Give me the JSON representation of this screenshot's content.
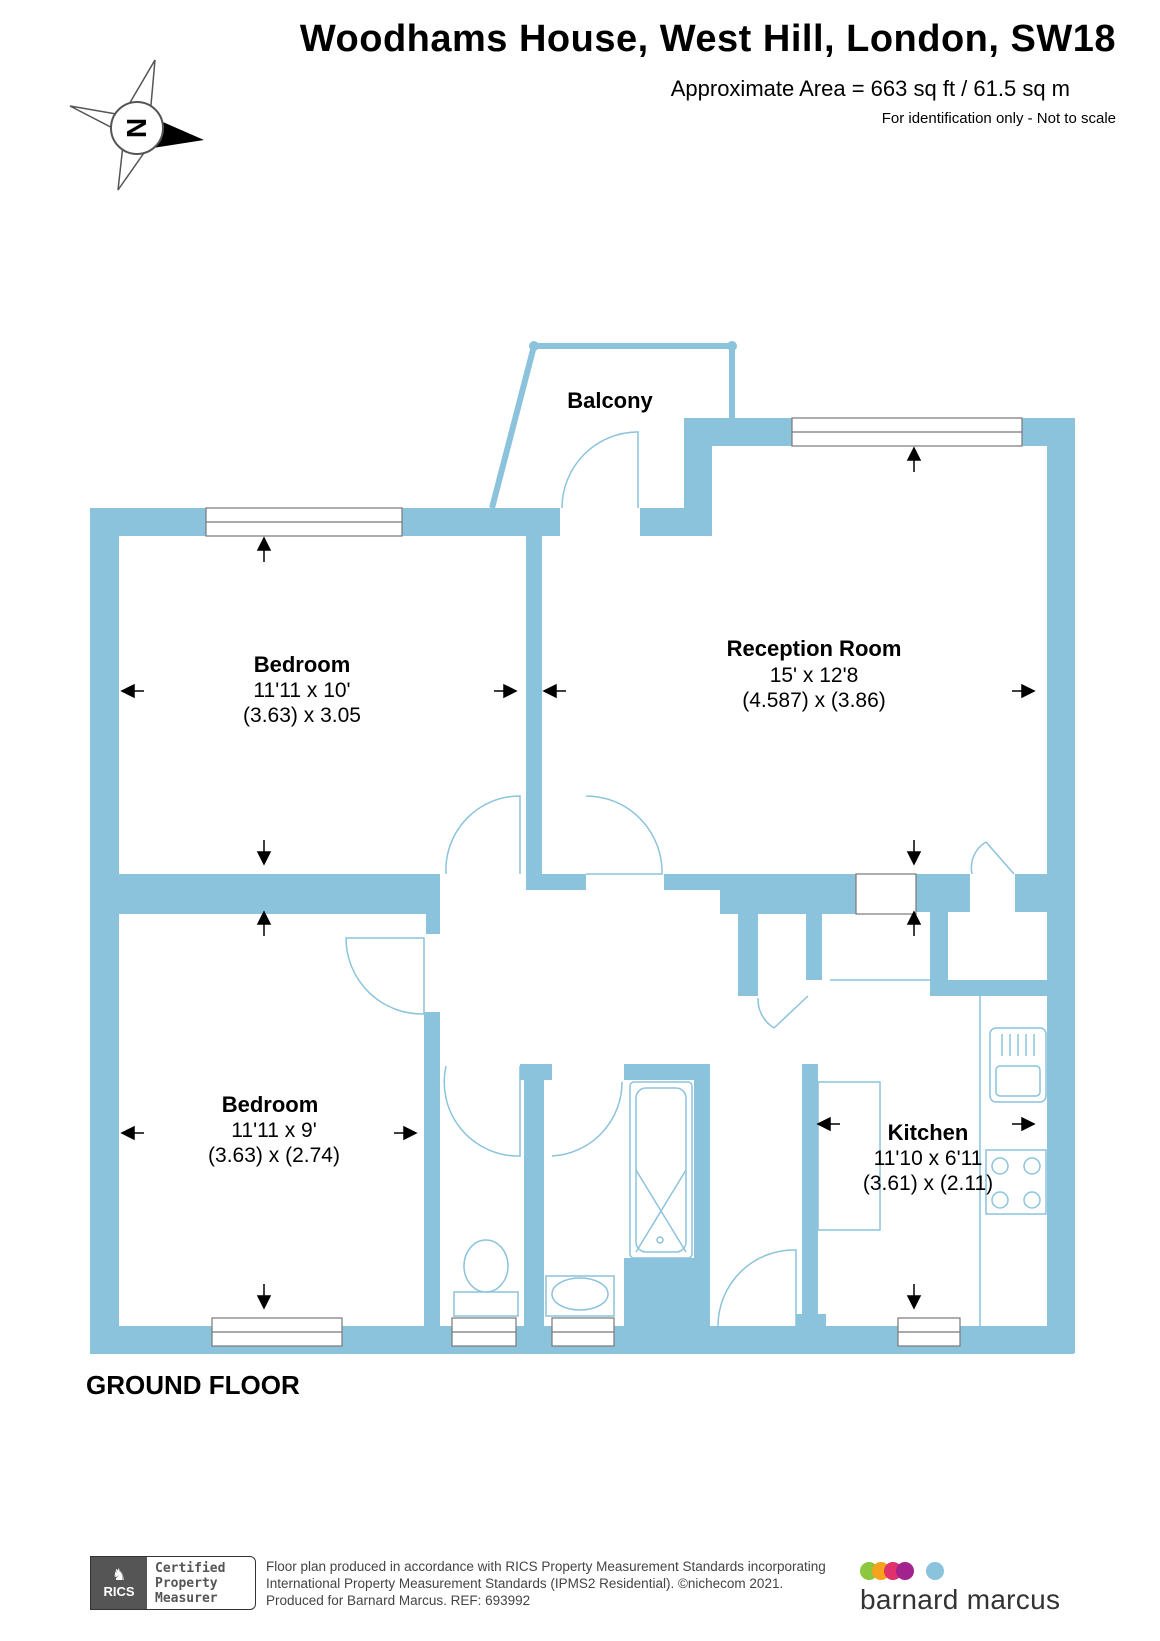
{
  "header": {
    "title": "Woodhams House, West Hill, London, SW18",
    "area": "Approximate Area = 663 sq ft / 61.5 sq m",
    "note": "For identification only - Not to scale"
  },
  "compass": {
    "letter": "N"
  },
  "rooms": [
    {
      "name": "Balcony"
    },
    {
      "name": "Bedroom",
      "dim_imperial": "11'11 x 10'",
      "dim_metric": "(3.63) x 3.05"
    },
    {
      "name": "Reception Room",
      "dim_imperial": "15' x 12'8",
      "dim_metric": "(4.587) x (3.86)"
    },
    {
      "name": "Bedroom",
      "dim_imperial": "11'11 x 9'",
      "dim_metric": "(3.63) x (2.74)"
    },
    {
      "name": "Kitchen",
      "dim_imperial": "11'10 x 6'11",
      "dim_metric": "(3.61) x (2.11)"
    }
  ],
  "floor_label": "GROUND FLOOR",
  "footer": {
    "rics_logo": "RICS",
    "rics_badge": [
      "Certified",
      "Property",
      "Measurer"
    ],
    "lines": [
      "Floor plan produced in accordance with RICS Property Measurement Standards incorporating",
      "International Property Measurement Standards (IPMS2 Residential).  ©nichecom 2021.",
      "Produced for Barnard Marcus.    REF:  693992"
    ],
    "brand": "barnard marcus"
  },
  "colors": {
    "wall": "#8cc3dc",
    "fixture": "#8cc3dc",
    "brand_dots": [
      "#8dc63f",
      "#f7a21b",
      "#e0316c",
      "#a3238e",
      "#8cc3dc"
    ]
  }
}
